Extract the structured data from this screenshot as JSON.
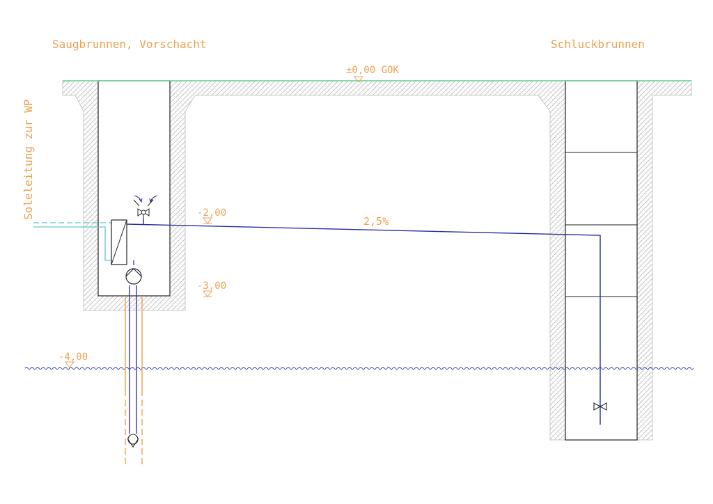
{
  "labels": {
    "suction_well": "Saugbrunnen, Vorschacht",
    "injection_well": "Schluckbrunnen",
    "ground_level": "±0,00 GOK",
    "brine_line": "Soleleitung zur WP",
    "level_minus_2": "-2,00",
    "level_minus_3": "-3,00",
    "level_minus_4": "-4,00",
    "slope": "2,5%"
  },
  "colors": {
    "pipe": "#2a2aa0",
    "annotation": "#f0a050",
    "ground_line": "#5fd08a",
    "brine_line": "#60c8d0",
    "water": "#3a4ab0",
    "wall_hatch": "#bbbbbb",
    "outline": "#222222"
  },
  "icons": [
    "valve-icon",
    "pump-icon",
    "heat-exchanger-icon",
    "foot-valve-icon",
    "level-marker-icon",
    "water-wave-icon"
  ]
}
